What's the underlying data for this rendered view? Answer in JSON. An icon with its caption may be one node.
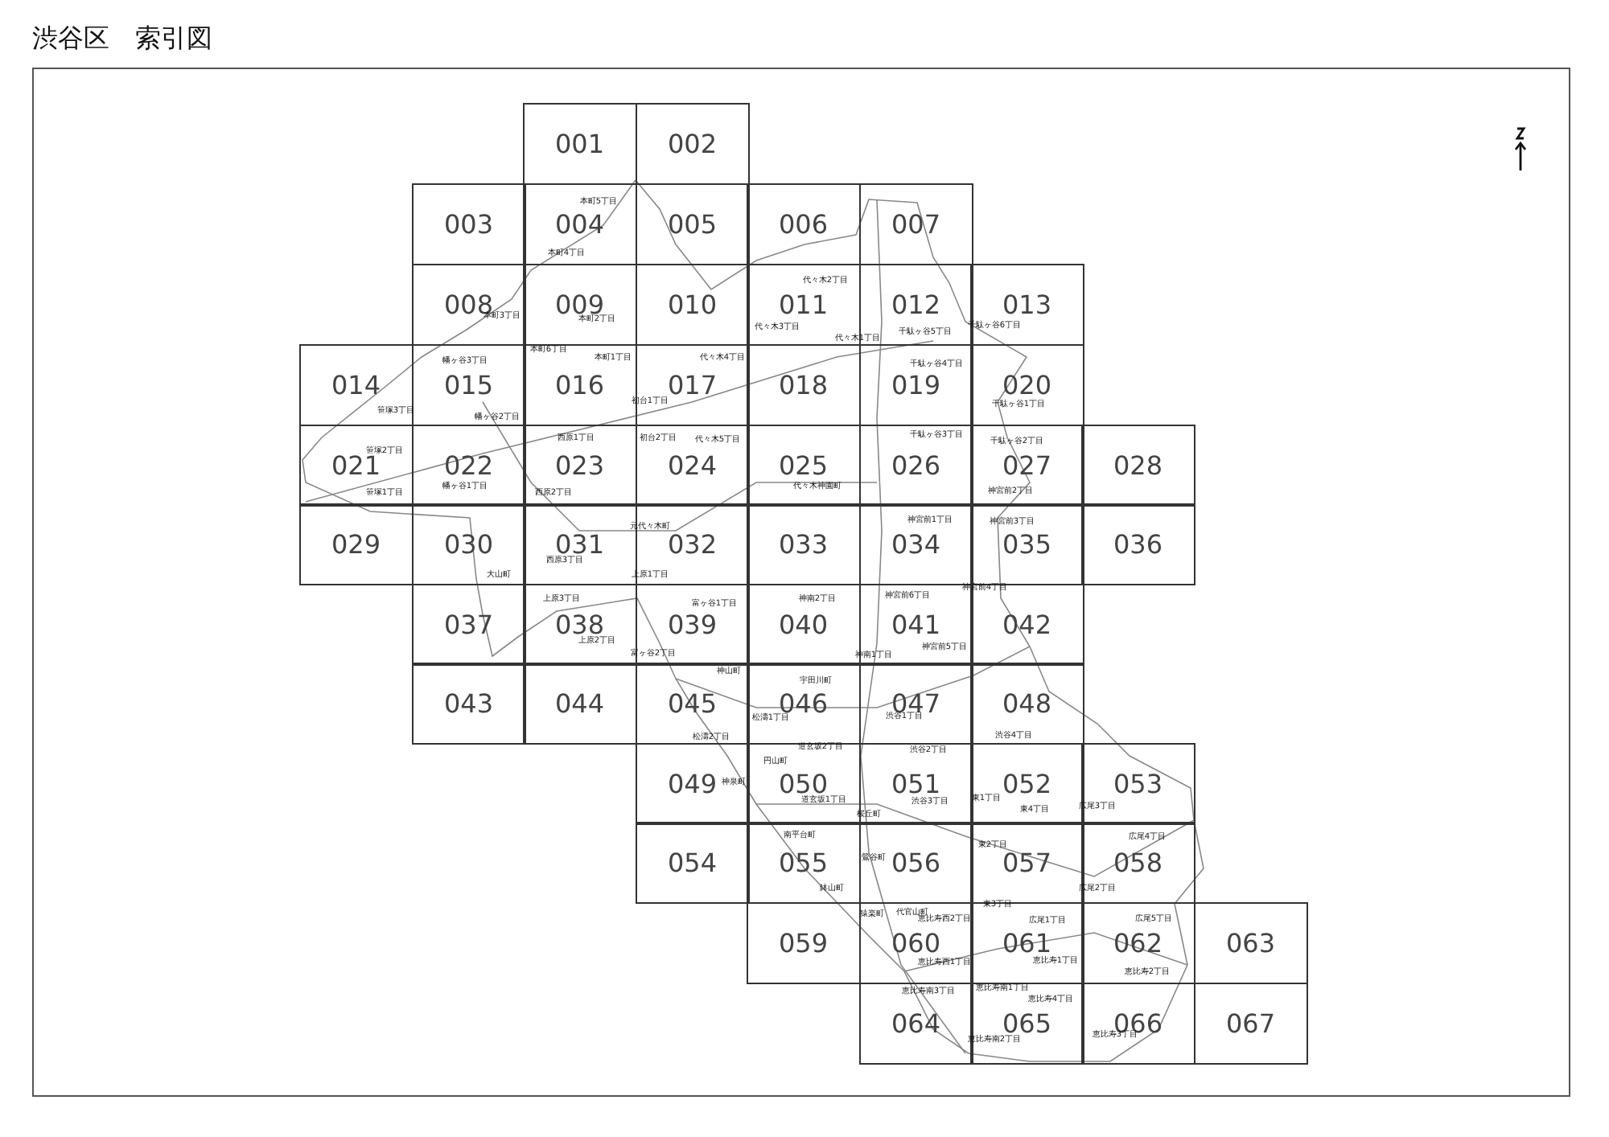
{
  "diagram": {
    "title": "渋谷区　索引図",
    "nodes": [
      {
        "text": [
          "001"
        ]
      },
      {
        "text": [
          "002"
        ]
      },
      {
        "text": [
          "003"
        ]
      },
      {
        "text": [
          "004"
        ]
      },
      {
        "text": [
          "005"
        ]
      },
      {
        "text": [
          "006"
        ]
      },
      {
        "text": [
          "007"
        ]
      },
      {
        "text": [
          "008"
        ]
      },
      {
        "text": [
          "009"
        ]
      },
      {
        "text": [
          "010"
        ]
      },
      {
        "text": [
          "011"
        ]
      },
      {
        "text": [
          "012"
        ]
      },
      {
        "text": [
          "013"
        ]
      },
      {
        "text": [
          "014"
        ]
      },
      {
        "text": [
          "015"
        ]
      },
      {
        "text": [
          "016"
        ]
      },
      {
        "text": [
          "017"
        ]
      },
      {
        "text": [
          "018"
        ]
      },
      {
        "text": [
          "019"
        ]
      },
      {
        "text": [
          "020"
        ]
      },
      {
        "text": [
          "021"
        ]
      },
      {
        "text": [
          "022"
        ]
      },
      {
        "text": [
          "023"
        ]
      },
      {
        "text": [
          "024"
        ]
      },
      {
        "text": [
          "025"
        ]
      },
      {
        "text": [
          "026"
        ]
      },
      {
        "text": [
          "027"
        ]
      },
      {
        "text": [
          "028"
        ]
      },
      {
        "text": [
          "029"
        ]
      },
      {
        "text": [
          "030"
        ]
      },
      {
        "text": [
          "031"
        ]
      },
      {
        "text": [
          "032"
        ]
      },
      {
        "text": [
          "033"
        ]
      },
      {
        "text": [
          "034"
        ]
      },
      {
        "text": [
          "035"
        ]
      },
      {
        "text": [
          "036"
        ]
      },
      {
        "text": [
          "037"
        ]
      },
      {
        "text": [
          "038"
        ]
      },
      {
        "text": [
          "039"
        ]
      },
      {
        "text": [
          "040"
        ]
      },
      {
        "text": [
          "041"
        ]
      },
      {
        "text": [
          "042"
        ]
      },
      {
        "text": [
          "043"
        ]
      },
      {
        "text": [
          "044"
        ]
      },
      {
        "text": [
          "045"
        ]
      },
      {
        "text": [
          "046"
        ]
      },
      {
        "text": [
          "047"
        ]
      },
      {
        "text": [
          "048"
        ]
      },
      {
        "text": [
          "049"
        ]
      },
      {
        "text": [
          "050"
        ]
      },
      {
        "text": [
          "051"
        ]
      },
      {
        "text": [
          "052"
        ]
      },
      {
        "text": [
          "053"
        ]
      },
      {
        "text": [
          "054"
        ]
      },
      {
        "text": [
          "055"
        ]
      },
      {
        "text": [
          "056"
        ]
      },
      {
        "text": [
          "057"
        ]
      },
      {
        "text": [
          "058"
        ]
      },
      {
        "text": [
          "059"
        ]
      },
      {
        "text": [
          "060"
        ]
      },
      {
        "text": [
          "061"
        ]
      },
      {
        "text": [
          "062"
        ]
      },
      {
        "text": [
          "063"
        ]
      },
      {
        "text": [
          "064"
        ]
      },
      {
        "text": [
          "065"
        ]
      },
      {
        "text": [
          "066"
        ]
      },
      {
        "text": [
          "067"
        ]
      }
    ],
    "labels": [
      "本町5丁目",
      "本町4丁目",
      "代々木2丁目",
      "本町3丁目",
      "本町2丁目",
      "代々木3丁目",
      "代々木1丁目",
      "千駄ヶ谷5丁目",
      "千駄ヶ谷6丁目",
      "幡ヶ谷3丁目",
      "本町6丁目",
      "本町1丁目",
      "代々木4丁目",
      "千駄ヶ谷4丁目",
      "笹塚3丁目",
      "幡ヶ谷2丁目",
      "初台1丁目",
      "千駄ヶ谷1丁目",
      "笹塚2丁目",
      "西原1丁目",
      "初台2丁目",
      "代々木5丁目",
      "千駄ヶ谷3丁目",
      "千駄ヶ谷2丁目",
      "笹塚1丁目",
      "幡ヶ谷1丁目",
      "西原2丁目",
      "代々木神園町",
      "神宮前2丁目",
      "元代々木町",
      "神宮前1丁目",
      "神宮前3丁目",
      "西原3丁目",
      "大山町",
      "上原1丁目",
      "上原3丁目",
      "富ヶ谷1丁目",
      "神南2丁目",
      "神宮前6丁目",
      "神宮前4丁目",
      "上原2丁目",
      "富ヶ谷2丁目",
      "神南1丁目",
      "神宮前5丁目",
      "神山町",
      "宇田川町",
      "松濤1丁目",
      "渋谷1丁目",
      "松濤2丁目",
      "渋谷4丁目",
      "道玄坂2丁目",
      "渋谷2丁目",
      "円山町",
      "神泉町",
      "道玄坂1丁目",
      "桜丘町",
      "渋谷3丁目",
      "東1丁目",
      "東4丁目",
      "広尾3丁目",
      "南平台町",
      "東2丁目",
      "広尾4丁目",
      "鶯谷町",
      "鉢山町",
      "広尾2丁目",
      "猿楽町",
      "代官山町",
      "恵比寿西2丁目",
      "東3丁目",
      "広尾1丁目",
      "広尾5丁目",
      "恵比寿西1丁目",
      "恵比寿1丁目",
      "恵比寿2丁目",
      "恵比寿南3丁目",
      "恵比寿南1丁目",
      "恵比寿4丁目",
      "恵比寿南2丁目",
      "恵比寿3丁目"
    ]
  }
}
